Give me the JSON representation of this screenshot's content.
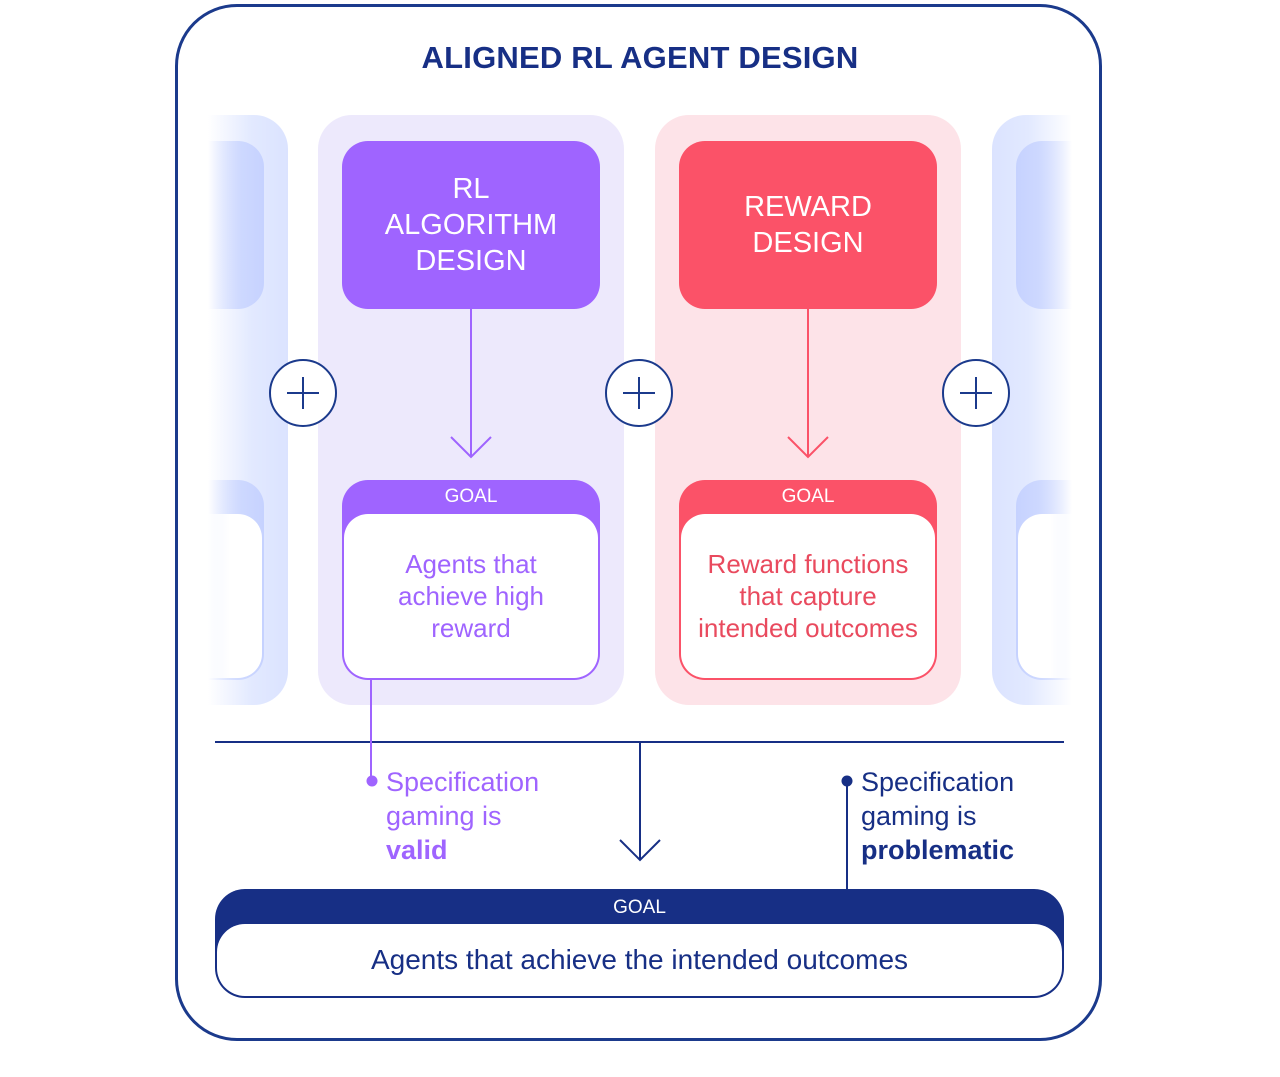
{
  "title": "ALIGNED RL AGENT DESIGN",
  "columns": [
    {
      "heading": "RL\nALGORITHM\nDESIGN",
      "goal_label": "GOAL",
      "goal_text": "Agents that achieve high reward",
      "color": "#9f64ff"
    },
    {
      "heading": "REWARD\nDESIGN",
      "goal_label": "GOAL",
      "goal_text": "Reward functions that capture intended outcomes",
      "color": "#fb5268"
    }
  ],
  "notes": {
    "left": {
      "lead": "Specification gaming is",
      "emphasis": "valid"
    },
    "right": {
      "lead": "Specification gaming is",
      "emphasis": "problematic"
    }
  },
  "final_goal": {
    "label": "GOAL",
    "text": "Agents that achieve the intended outcomes"
  },
  "colors": {
    "navy": "#172f85",
    "purple": "#9f64ff",
    "pink": "#fb5268",
    "purple_bg": "#ede9fc",
    "pink_bg": "#fde3e8"
  },
  "icons": [
    "plus-icon",
    "arrow-down-icon"
  ]
}
